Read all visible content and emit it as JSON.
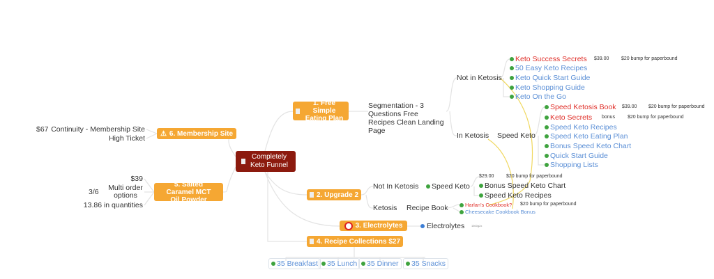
{
  "root": {
    "label": "Completely Keto Funnel"
  },
  "topics": {
    "t1": {
      "label": "1.  Free Simple Eating Plan",
      "child": "Segmentation - 3 Questions Free Recipes Clean Landing Page"
    },
    "t2": {
      "label": "2.  Upgrade 2"
    },
    "t3": {
      "label": "3.  Electrolytes"
    },
    "t4": {
      "label": "4.  Recipe Collections $27"
    },
    "t5": {
      "label": "5.  Salted Caramel MCT Oil Powder"
    },
    "t6": {
      "label": "6.  Membership Site"
    }
  },
  "seg": {
    "not_in": "Not in Ketosis",
    "in": "In Ketosis",
    "speed_keto": "Speed Keto"
  },
  "not_in_items": [
    "Keto Success Secrets",
    "50 Easy Keto Recipes",
    "Keto Quick Start Guide",
    "Keto Shopping Guide",
    "Keto On the Go"
  ],
  "kss_notes": [
    "$39.00",
    "$20 bump for paperbound"
  ],
  "speed_items": [
    "Speed Ketosis Book",
    "Keto Secrets",
    "Speed Keto Recipes",
    "Speed Keto Eating Plan",
    "Bonus Speed Keto Chart",
    "Quick Start Guide",
    "Shopping Lists"
  ],
  "skb_notes": [
    "$39.00",
    "$20 bump for paperbound"
  ],
  "ks_notes": [
    "bonus",
    "$20 bump for paperbound"
  ],
  "upgrade": {
    "not_in": "Not In Ketosis",
    "speed_keto": "Speed Keto",
    "price": "$29.00",
    "bump": "$20 bump for paperbound",
    "items": [
      "Bonus Speed Keto Chart",
      "Speed Keto Recipes"
    ],
    "ketosis": "Ketosis",
    "recipe_book": "Recipe Book",
    "harlan": "Harlan's Cookbook?",
    "harlan_bump": "$20 bump for paperbound",
    "cheesecake": "Cheesecake Cookbook Bonus"
  },
  "electrolytes": {
    "child": "Electrolytes",
    "note": "1500g2x"
  },
  "recipes": [
    "35 Breakfast",
    "35 Lunch",
    "35 Dinner",
    "35 Snacks"
  ],
  "membership": {
    "continuity": "Continuity - Membership Site",
    "price": "$67",
    "high": "High Ticket"
  },
  "mct": {
    "price": "$39",
    "multi": "Multi order options",
    "ratio": "3/6",
    "qty": "13.86 in quantities"
  },
  "colors": {
    "topic": "#f5a733",
    "root": "#8c1a0e",
    "paid": "#e0302a",
    "free": "#5b8fd6"
  }
}
